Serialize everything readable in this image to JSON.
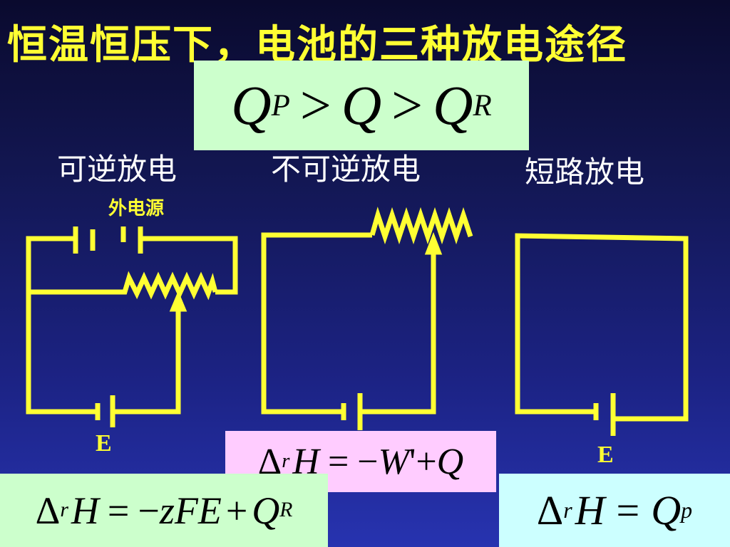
{
  "title": "恒温恒压下，电池的三种放电途径",
  "inequality": {
    "q": "Q",
    "sub_p": "P",
    "gt": ">",
    "sub_r": "R"
  },
  "labels": {
    "reversible": "可逆放电",
    "irreversible": "不可逆放电",
    "short_circuit": "短路放电",
    "external_source": "外电源"
  },
  "battery_label": "E",
  "formulas": {
    "delta": "Δ",
    "r": "r",
    "H": "H",
    "eq": "=",
    "reversible": {
      "minus": "−",
      "zFE": "zFE",
      "plus": "+",
      "Q": "Q",
      "sub": "R"
    },
    "irreversible": {
      "minus": "−",
      "W": "W",
      "prime": "'",
      "plus": "+",
      "Q": "Q"
    },
    "short": {
      "Q": "Q",
      "sub": "p"
    }
  },
  "colors": {
    "wire": "#ffff33",
    "text_yellow": "#ffff33",
    "green_box": "#ccffcc",
    "pink_box": "#ffccff",
    "cyan_box": "#ccffff"
  }
}
